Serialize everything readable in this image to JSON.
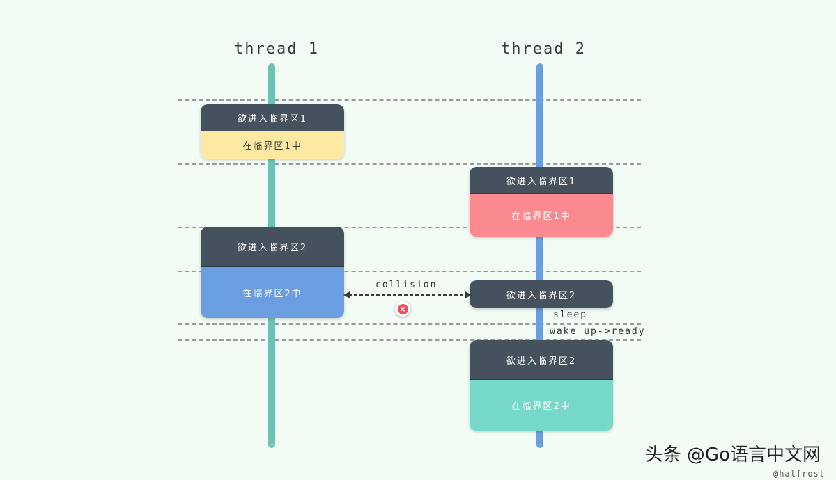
{
  "threads": [
    {
      "title": "thread 1",
      "axis_color": "#6cc3b5"
    },
    {
      "title": "thread 2",
      "axis_color": "#6b9ee0"
    }
  ],
  "thread1": {
    "block1": {
      "header": "欲进入临界区1",
      "body": "在临界区1中",
      "body_color": "#fde9a2"
    },
    "block2": {
      "header": "欲进入临界区2",
      "body": "在临界区2中",
      "body_color": "#6b9ee0"
    }
  },
  "thread2": {
    "block1": {
      "header": "欲进入临界区1",
      "body": "在临界区1中",
      "body_color": "#fb8a90"
    },
    "block2": {
      "header": "欲进入临界区2"
    },
    "block3": {
      "header": "欲进入临界区2",
      "body": "在临界区2中",
      "body_color": "#75d8c8"
    }
  },
  "collision_label": "collision",
  "sleep_label": "sleep",
  "wakeup_label": "wake up->ready",
  "icons": {
    "collision": "close-circle-icon",
    "axis_end": "chevron-down-icon"
  },
  "watermark": "头条 @Go语言中文网",
  "credit": "@halfrost"
}
